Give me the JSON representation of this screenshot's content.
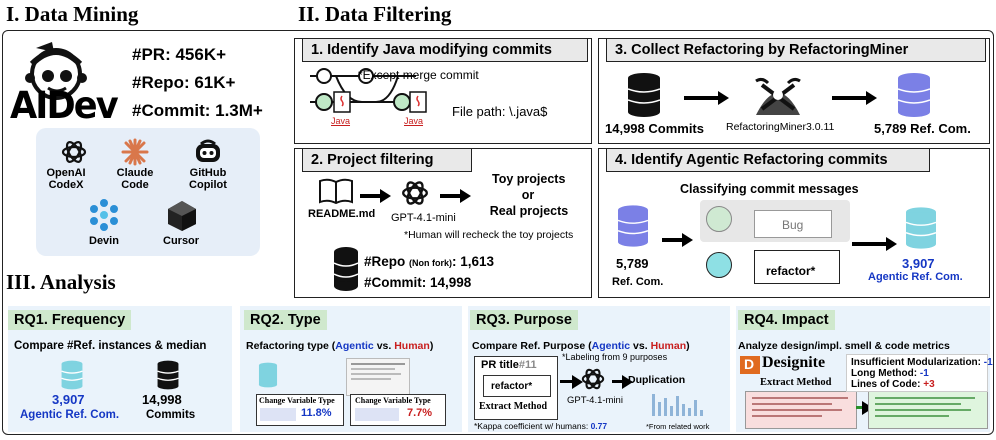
{
  "sections": {
    "s1": "I. Data Mining",
    "s2": "II. Data Filtering",
    "s3": "III. Analysis"
  },
  "mining": {
    "logo": "AIDev",
    "stats": [
      "#PR: 456K+",
      "#Repo: 61K+",
      "#Commit: 1.3M+"
    ],
    "agents": [
      "OpenAI CodeX",
      "Claude Code",
      "GitHub Copilot",
      "Devin",
      "Cursor"
    ]
  },
  "step1": {
    "title": "1. Identify Java modifying commits",
    "note": "*Except merge commit",
    "java1": "Java",
    "java2": "Java",
    "filepath": "File path: \\.java$"
  },
  "step2": {
    "title": "2. Project filtering",
    "readme": "README.md",
    "model": "GPT-4.1-mini",
    "out1": "Toy projects",
    "out2": "or",
    "out3": "Real projects",
    "recheck": "*Human will recheck the toy projects",
    "repo_label": "#Repo",
    "repo_note": "(Non fork)",
    "repo_value": ": 1,613",
    "commit_label": "#Commit: 14,998"
  },
  "step3": {
    "title": "3. Collect Refactoring by RefactoringMiner",
    "commits": "14,998 Commits",
    "tool": "RefactoringMiner3.0.11",
    "result": "5,789 Ref. Com."
  },
  "step4": {
    "title": "4. Identify Agentic Refactoring commits",
    "subtitle": "Classifying commit messages",
    "count": "5,789",
    "count_label": "Ref. Com.",
    "bug": "Bug",
    "refactor": "refactor*",
    "result_value": "3,907",
    "result_label": "Agentic Ref. Com."
  },
  "rq1": {
    "title": "RQ1. Frequency",
    "desc": "Compare #Ref. instances & median",
    "v1": "3,907",
    "l1": "Agentic Ref. Com.",
    "v2": "14,998",
    "l2": "Commits"
  },
  "rq2": {
    "title": "RQ2. Type",
    "desc_pre": "Refactoring type (",
    "agentic": "Agentic",
    "vs": " vs. ",
    "human": "Human",
    "desc_post": ")",
    "card": "Change Variable Type",
    "pct_agentic": "11.8%",
    "pct_human": "7.7%"
  },
  "rq3": {
    "title": "RQ3. Purpose",
    "desc_pre": "Compare Ref. Purpose (",
    "agentic": "Agentic",
    "vs": " vs. ",
    "human": "Human",
    "desc_post": ")",
    "pr_title": "PR title",
    "pr_num": "#11",
    "refactor": "refactor*",
    "method": "Extract Method",
    "labeling": "*Labeling from 9 purposes",
    "model": "GPT-4.1-mini",
    "dup": "Duplication",
    "kappa": "*Kappa coefficient w/ humans: ",
    "kappa_v": "0.77",
    "related": "*From related work"
  },
  "rq4": {
    "title": "RQ4. Impact",
    "desc": "Analyze design/impl. smell & code metrics",
    "tool": "Designite",
    "method": "Extract Method",
    "m1": "Insufficient Modularization: ",
    "m1v": "-1",
    "m2": "Long Method: ",
    "m2v": "-1",
    "m3": "Lines of Code: ",
    "m3v": "+3"
  },
  "colors": {
    "accent_blue": "#1537c4",
    "accent_red": "#c81e1e",
    "rq_panel": "#eaf3fb",
    "rq_title": "#cfe8cd",
    "db_blue": "#7b80e6",
    "db_teal": "#7fd3e0"
  }
}
